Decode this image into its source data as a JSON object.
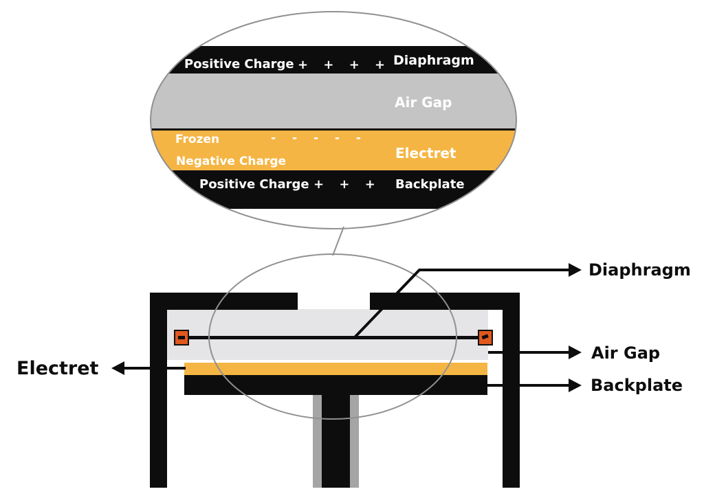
{
  "colors": {
    "black": "#0d0d0d",
    "air_gap": "#c4c4c4",
    "electret": "#f5b544",
    "chamber": "#e5e5e7",
    "terminal": "#e0581e",
    "outline": "#909090",
    "stem_shadow": "#a5a5a5"
  },
  "zoom": {
    "diaphragm_charge": "Positive Charge",
    "diaphragm_signs": "+ + + +",
    "diaphragm": "Diaphragm",
    "air_gap": "Air Gap",
    "frozen": "Frozen",
    "negative_signs": "- - - - -",
    "negative_charge": "Negative Charge",
    "electret": "Electret",
    "backplate_charge": "Positive Charge",
    "backplate_signs": "+ + +",
    "backplate": "Backplate"
  },
  "callouts": {
    "diaphragm": "Diaphragm",
    "air_gap": "Air Gap",
    "backplate": "Backplate",
    "electret": "Electret"
  }
}
